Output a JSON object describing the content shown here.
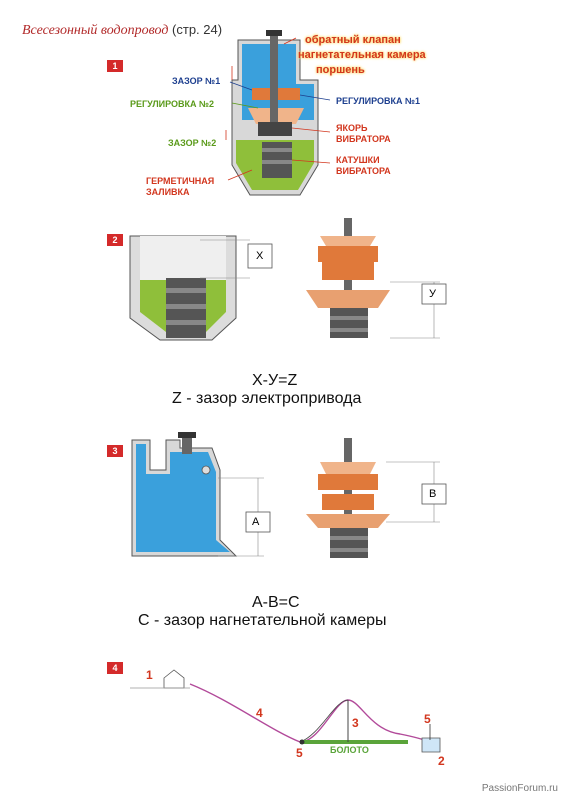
{
  "header": {
    "title": "Всесезонный водопровод",
    "page": "(стр. 24)"
  },
  "sections": [
    {
      "num": "1"
    },
    {
      "num": "2"
    },
    {
      "num": "3"
    },
    {
      "num": "4"
    }
  ],
  "fig1": {
    "labels": {
      "valve": "обратный клапан",
      "chamber": "нагнетательная камера",
      "piston": "поршень",
      "gap1": "ЗАЗОР №1",
      "adj1": "РЕГУЛИРОВКА №1",
      "adj2": "РЕГУЛИРОВКА №2",
      "gap2": "ЗАЗОР №2",
      "anchor1": "ЯКОРЬ",
      "anchor2": "ВИБРАТОРА",
      "coil1": "КАТУШКИ",
      "coil2": "ВИБРАТОРА",
      "seal1": "ГЕРМЕТИЧНАЯ",
      "seal2": "ЗАЛИВКА"
    }
  },
  "fig2": {
    "x_label": "X",
    "y_label": "У",
    "formula1": "X-У=Z",
    "formula2": "Z - зазор электропривода"
  },
  "fig3": {
    "a_label": "A",
    "b_label": "B",
    "formula1": "A-B=C",
    "formula2": "C - зазор нагнетательной камеры"
  },
  "fig4": {
    "n1": "1",
    "n2": "2",
    "n3": "3",
    "n4": "4",
    "n5a": "5",
    "n5b": "5",
    "swamp": "БОЛОТО"
  },
  "watermark": "PassionForum.ru",
  "colors": {
    "accent_red": "#d42a2a",
    "water_blue": "#3aa0dc",
    "seal_green": "#8fbf3a",
    "metal_orange": "#e0793a"
  }
}
